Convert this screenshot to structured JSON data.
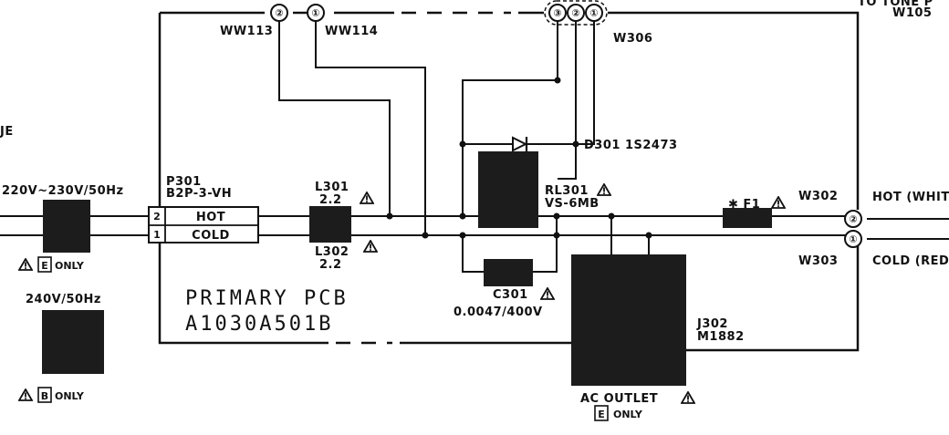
{
  "labels": {
    "top_right_1": "TO TONE P",
    "top_right_2": "W105",
    "ww113": "WW113",
    "ww114": "WW114",
    "w306": "W306",
    "left_edge": "JE",
    "voltage_220": "220V~230V/50Hz",
    "p301": "P301",
    "p301_type": "B2P-3-VH",
    "pin2": "2",
    "pin1": "1",
    "hot": "HOT",
    "cold": "COLD",
    "e_only_e": "E",
    "only": "ONLY",
    "voltage_240": "240V/50Hz",
    "b_only_b": "B",
    "l301": "L301",
    "l301_val": "2.2",
    "l302": "L302",
    "l302_val": "2.2",
    "primary_pcb": "PRIMARY PCB",
    "pcb_code": "A1030A501B",
    "d301": "D301 1S2473",
    "rl301": "RL301",
    "rl301_type": "VS-6MB",
    "c301": "C301",
    "c301_val": "0.0047/400V",
    "f1": "✱ F1",
    "w302": "W302",
    "w303": "W303",
    "hot_out": "HOT (WHIT",
    "cold_out": "COLD (RED",
    "j302": "J302",
    "j302_type": "M1882",
    "ac_outlet": "AC OUTLET",
    "ac_e": "E",
    "ac_only": "ONLY",
    "conn_ww113": "②",
    "conn_ww114": "①",
    "conn_w306_3": "③",
    "conn_w306_2": "②",
    "conn_w306_1": "①",
    "conn_w302": "②",
    "conn_w303": "①"
  }
}
